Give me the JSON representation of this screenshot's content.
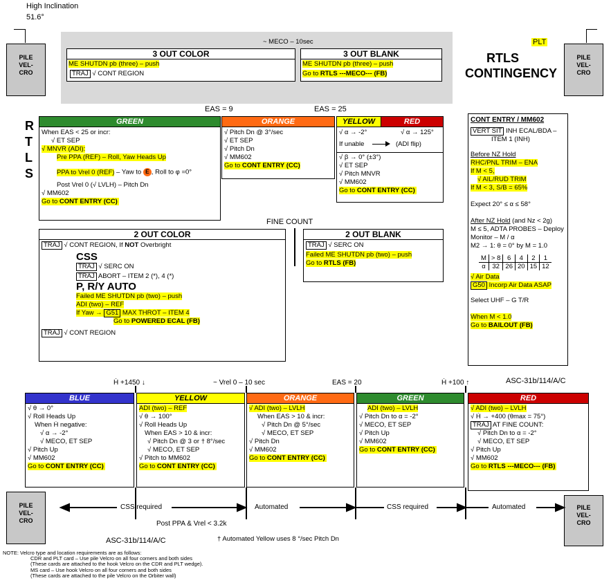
{
  "header": {
    "incl_title": "High Inclination",
    "incl_value": "51.6°",
    "plt_tag": "PLT",
    "title_line1": "RTLS",
    "title_line2": "CONTINGENCY",
    "meco_label": "~ MECO – 10sec",
    "side_letters": [
      "R",
      "T",
      "L",
      "S"
    ]
  },
  "pile": [
    "PILE",
    "VEL-",
    "CRO"
  ],
  "top": {
    "color_title": "3 OUT COLOR",
    "color_line1": "ME SHUTDN pb (three) – push",
    "color_traj": "TRAJ",
    "color_line2": "√ CONT REGION",
    "blank_title": "3 OUT BLANK",
    "blank_line1": "ME SHUTDN pb (three) – push",
    "blank_goto": "Go to ",
    "blank_goto_b": "RTLS ---MECO--- (FB)"
  },
  "eas": {
    "eas9": "EAS = 9",
    "eas25": "EAS = 25",
    "eas20": "EAS = 20"
  },
  "green1": {
    "title": "GREEN",
    "l1": "When EAS < 25 or incr:",
    "l2": "√ ET SEP",
    "l3": "√ MNVR (ADI):",
    "l4": "Pre PPA (REF) – Roll, Yaw Heads Up",
    "l5a": "PPA to Vrel 0 (REF)",
    "l5b": " – Yaw to ",
    "l5c": ", Roll to φ =0°",
    "l6": "Post Vrel 0 (√ LVLH) – Pitch Dn",
    "l7": "√ MM602",
    "goto": "Go to ",
    "goto_b": "CONT ENTRY (CC)",
    "e_mark": "E"
  },
  "orange1": {
    "title": "ORANGE",
    "l1": "√ Pitch Dn @ 3°/sec",
    "l2": "√ ET SEP",
    "l3": "√ Pitch Dn",
    "l4": "√ MM602",
    "goto": "Go to ",
    "goto_b": "CONT ENTRY (CC)"
  },
  "yellow1": {
    "title": "YELLOW",
    "l1": "√ α → -2°",
    "l2": "If unable",
    "l3": "√ β → 0° (±3°)",
    "l4": "√ ET SEP",
    "l5": "√ Pitch MNVR",
    "l6": "√ MM602",
    "goto": "Go to ",
    "goto_b": "CONT ENTRY (CC)"
  },
  "red1": {
    "title": "RED",
    "l1": "√ α → 125°",
    "l2": "(ADI flip)"
  },
  "cont": {
    "title": "CONT ENTRY / MM602",
    "vert": "VERT SIT",
    "l1": " INH ECAL/BDA –",
    "l2": "ITEM 1 (INH)",
    "l3": "Before NZ Hold",
    "l4": "RHC/PNL TRIM – ENA",
    "l5": "If M < 5,",
    "l6": "√ AIL/RUD TRIM",
    "l7": "If M < 3, S/B = 65%",
    "l8": "Expect 20° ≤ α ≤ 58°",
    "l9a": "After NZ Hold",
    "l9b": " (and Nz < 2g)",
    "l10": "M ≤ 5, ADTA PROBES – Deploy",
    "l11": "Monitor – M / α",
    "l12": "M2 → 1: θ = 0° by M = 1.0",
    "table": {
      "row1": [
        "M",
        "> 8",
        "6",
        "4",
        "2",
        "1"
      ],
      "row2": [
        "α",
        "32",
        "26",
        "20",
        "15",
        "12"
      ]
    },
    "l13": "√ Air Data",
    "g50": "G50",
    "l14": " Incorp Air Data ASAP",
    "l15": "Select UHF – G T/R",
    "l16": "When M < 1.0",
    "goto": " Go to ",
    "goto_b": "BAILOUT (FB)"
  },
  "fine_count": "FINE COUNT",
  "two_color": {
    "title": "2 OUT COLOR",
    "traj": "TRAJ",
    "l1a": " √ CONT REGION, If ",
    "l1b": "NOT",
    "l1c": " Overbright",
    "css": "CSS",
    "l2": " √ SERC ON",
    "l3": " ABORT – ITEM 2 (*), 4 (*)",
    "pry": "P, R/Y AUTO",
    "l4": "Failed ME SHUTDN pb (two) – push",
    "l5": "ADI (two) – REF",
    "l6a": "If Yaw → ",
    "g51": "G51",
    "l6b": " MAX THROT – ITEM 4",
    "l7a": "Go to ",
    "l7b": "POWERED ECAL (FB)",
    "l8": " √ CONT REGION"
  },
  "two_blank": {
    "title": "2 OUT BLANK",
    "traj": "TRAJ",
    "l1": " √ SERC ON",
    "l2": "Failed ME SHUTDN pb  (two) – push",
    "goto": "Go to ",
    "goto_b": "RTLS (FB)"
  },
  "bottom_labels": {
    "h1450": "Ḣ +1450 ↓",
    "vrel": "~ Vrel 0 – 10 sec",
    "h100": "Ḣ +100 ↑",
    "asc_top": "ASC-31b/114/A/C",
    "css1": "CSS required",
    "auto1": "Automated",
    "css2": "CSS required",
    "auto2": "Automated",
    "post_ppa": "Post PPA & Vrel < 3.2k",
    "asc_bottom": "ASC-31b/114/A/C",
    "dagger": "† Automated Yellow uses 8 °/sec Pitch Dn"
  },
  "blue": {
    "title": "BLUE",
    "l1": "√ θ → 0°",
    "l2": "√ Roll Heads Up",
    "l3": "When Ḣ negative:",
    "l4": "√ α → -2°",
    "l5": "√ MECO, ET SEP",
    "l6": "√ Pitch Up",
    "l7": "√ MM602",
    "goto": "Go to ",
    "goto_b": "CONT ENTRY (CC)"
  },
  "yellow2": {
    "title": "YELLOW",
    "l1": "ADI (two) – REF",
    "l2": "√ θ → 100°",
    "l3": "√ Roll Heads Up",
    "l4": "When EAS > 10 & incr:",
    "l5": "√ Pitch Dn @ 3 or † 8°/sec",
    "l6": "√ MECO, ET SEP",
    "l7": "√ Pitch to MM602",
    "goto": "Go to ",
    "goto_b": "CONT ENTRY (CC)"
  },
  "orange2": {
    "title": "ORANGE",
    "l1": "√ ADI (two) – LVLH",
    "l2": "When EAS > 10 & incr:",
    "l3": "√ Pitch Dn @ 5°/sec",
    "l4": "√ MECO, ET SEP",
    "l5": "√ Pitch Dn",
    "l6": "√ MM602",
    "goto": "Go to ",
    "goto_b": "CONT ENTRY (CC)"
  },
  "green2": {
    "title": "GREEN",
    "l1": "ADI (two) – LVLH",
    "l2": "√ Pitch Dn to α = -2°",
    "l3": "√ MECO, ET SEP",
    "l4": "√ Pitch Up",
    "l5": "√ MM602",
    "goto": "Go to ",
    "goto_b": "CONT ENTRY (CC)"
  },
  "red2": {
    "title": "RED",
    "l1": "√ ADI (two) – LVLH",
    "l2": "√ Ḣ → +400 (θmax = 75°)",
    "traj": "TRAJ",
    "l3": " AT FINE COUNT:",
    "l4": "√ Pitch Dn to α = -2°",
    "l5": "√ MECO, ET SEP",
    "l6": "√ Pitch Up",
    "l7": "√ MM602",
    "goto": "Go to ",
    "goto_b": "RTLS ---MECO--- (FB)"
  },
  "note": {
    "l1": "NOTE:  Velcro type and location requirements are as follows:",
    "l2": "CDR and PLT card – Use pile Velcro on all four corners and both sides",
    "l3": "(These cards are attached to the hook Velcro on the CDR and PLT wedge).",
    "l4": "MS card – Use hook Velcro on all four corners and both sides",
    "l5": "(These cards are attached to the pile Velcro on the Orbiter wall)"
  },
  "colors": {
    "green": "#2e8b2e",
    "orange": "#ff6a13",
    "yellow": "#ffff00",
    "red": "#cc0000",
    "blue": "#3333cc",
    "highlight": "#ffff00",
    "gray": "#d9d9d9",
    "pile": "#c8c8c8"
  }
}
